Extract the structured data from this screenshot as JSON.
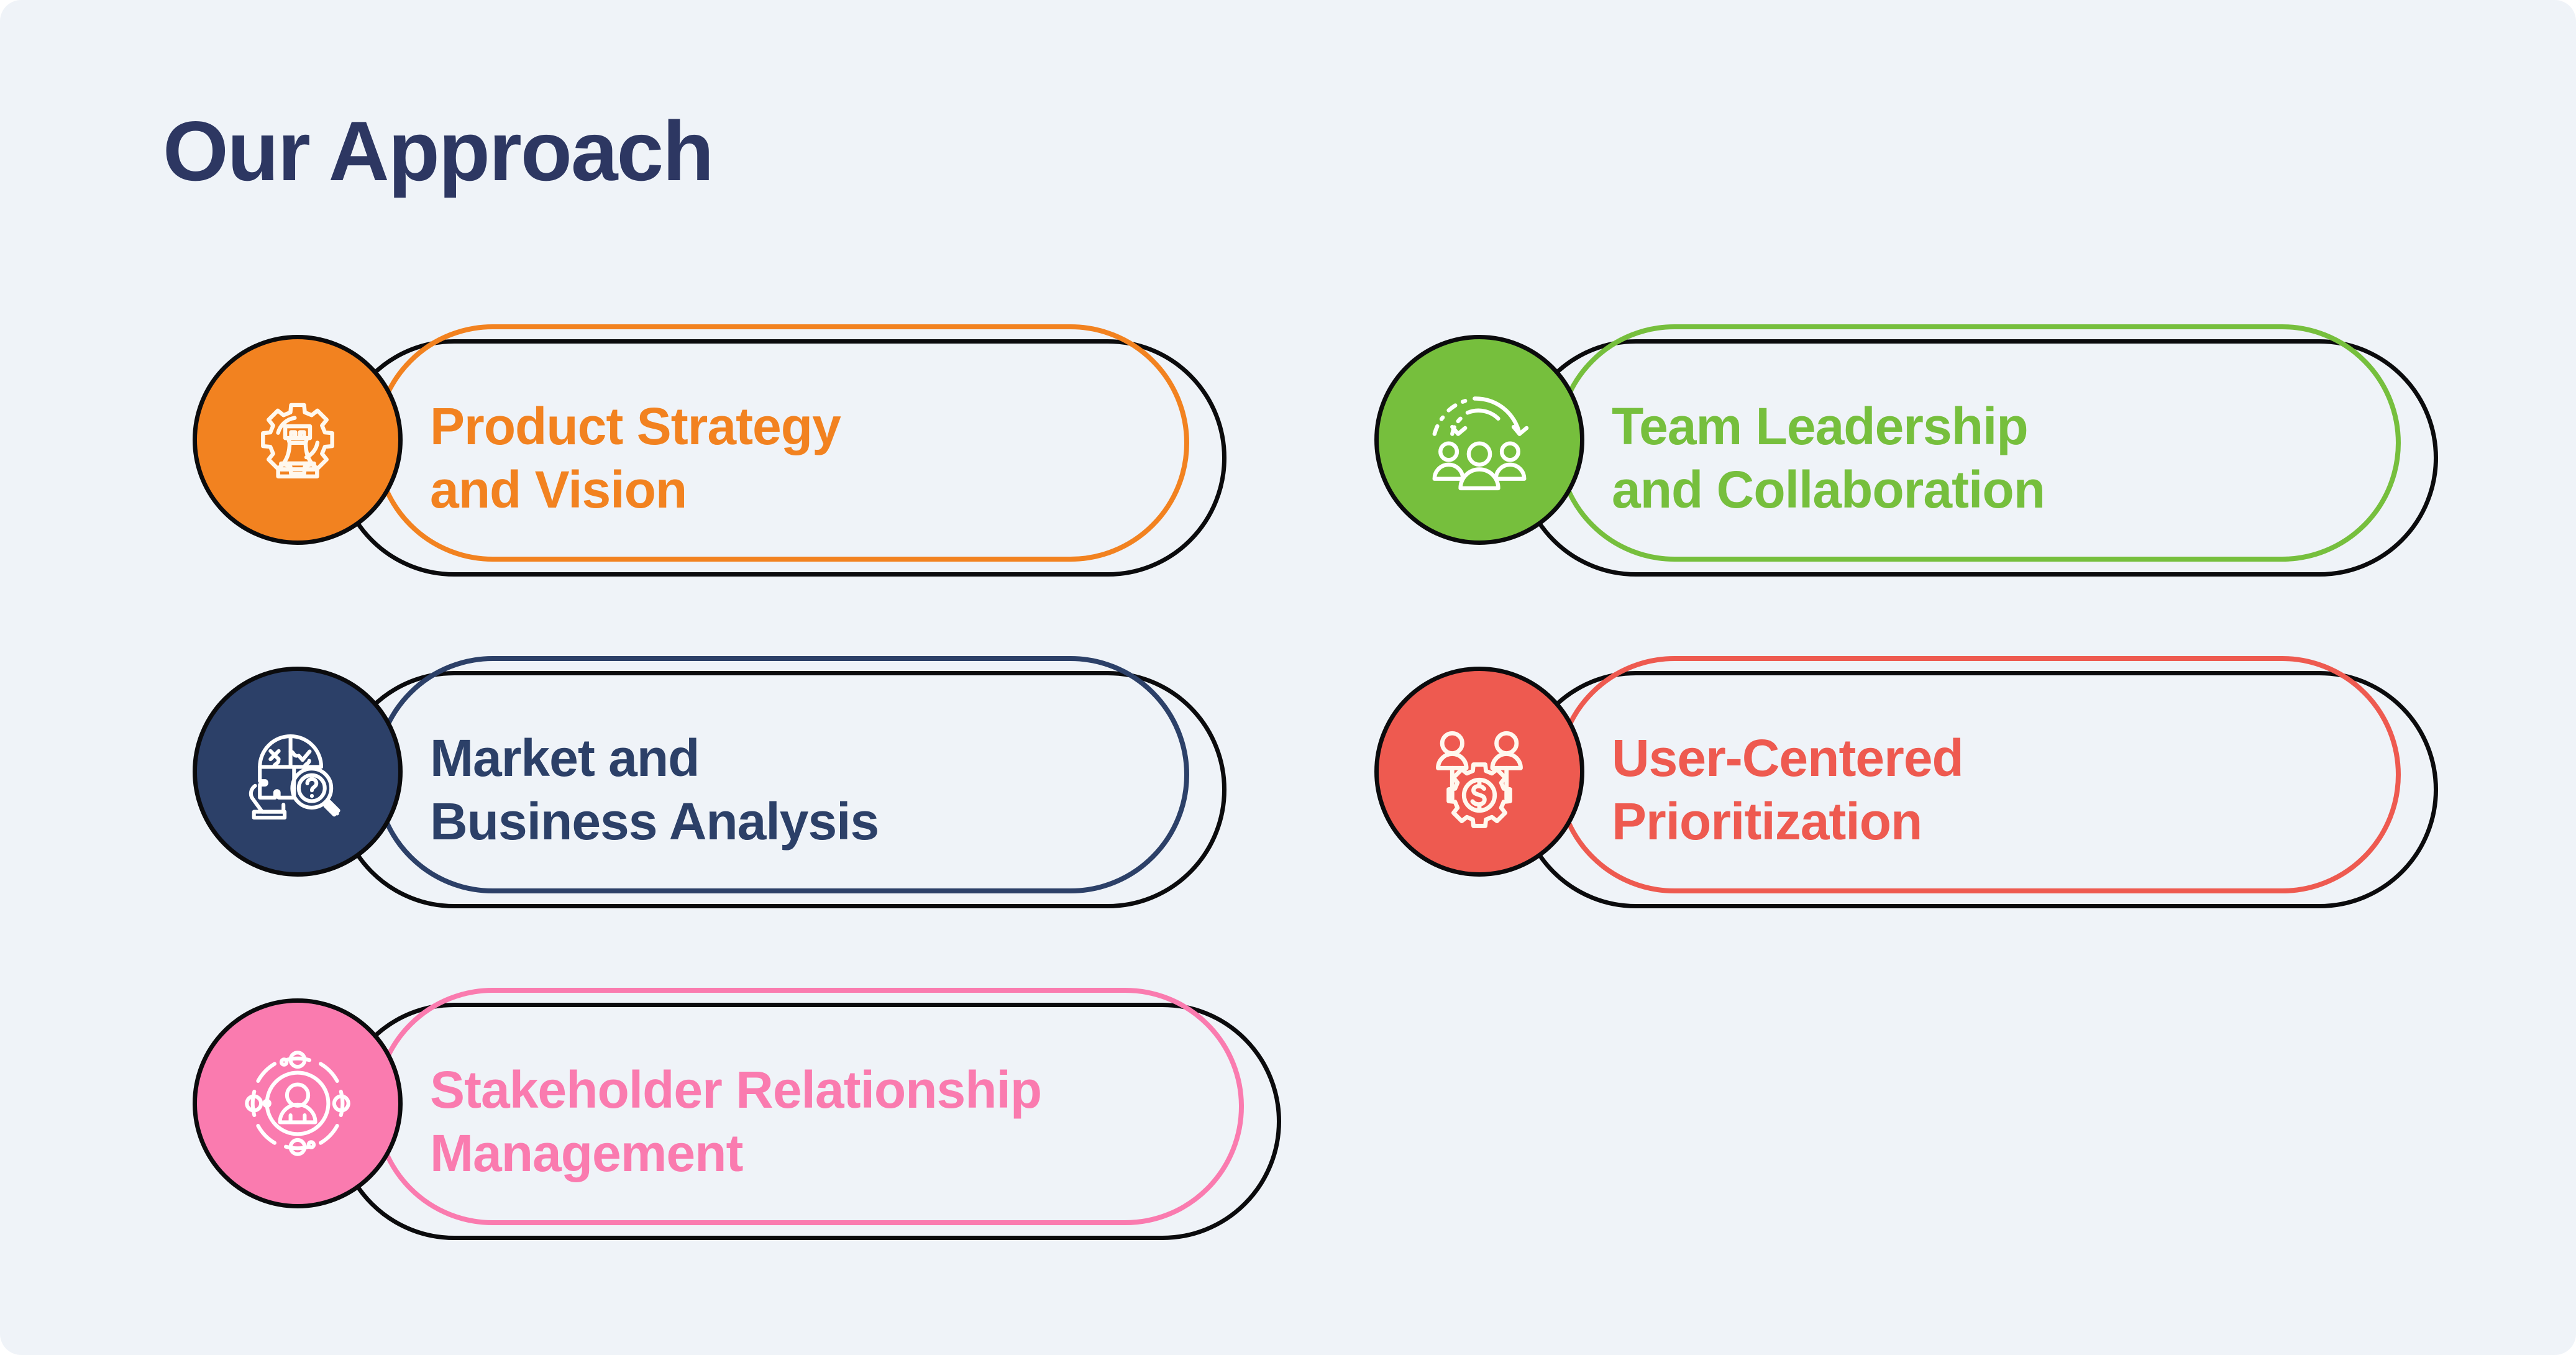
{
  "page": {
    "title": "Our Approach",
    "background_color": "#EFF3F8",
    "title_color": "#2D3762",
    "outline_color": "#0B0B0D"
  },
  "cards": [
    {
      "id": "product-strategy-and-vision",
      "line1": "Product Strategy",
      "line2": "and Vision",
      "color": "#F28220",
      "icon": "chess-rook-gear-icon",
      "column": "left",
      "row": 1
    },
    {
      "id": "market-and-business-analysis",
      "line1": "Market and",
      "line2": "Business Analysis",
      "color": "#2C4068",
      "icon": "puzzle-brain-magnifier-icon",
      "column": "left",
      "row": 2
    },
    {
      "id": "stakeholder-relationship-management",
      "line1": "Stakeholder Relationship",
      "line2": "Management",
      "color": "#FA7BAF",
      "icon": "person-network-orbit-icon",
      "column": "left",
      "row": 3
    },
    {
      "id": "team-leadership-and-collaboration",
      "line1": "Team Leadership",
      "line2": "and Collaboration",
      "color": "#76BF3D",
      "icon": "three-people-arrows-icon",
      "column": "right",
      "row": 1
    },
    {
      "id": "user-centered-prioritization",
      "line1": "User-Centered",
      "line2": "Prioritization",
      "color": "#EE5A50",
      "icon": "two-people-gear-dollar-icon",
      "column": "right",
      "row": 2
    }
  ]
}
